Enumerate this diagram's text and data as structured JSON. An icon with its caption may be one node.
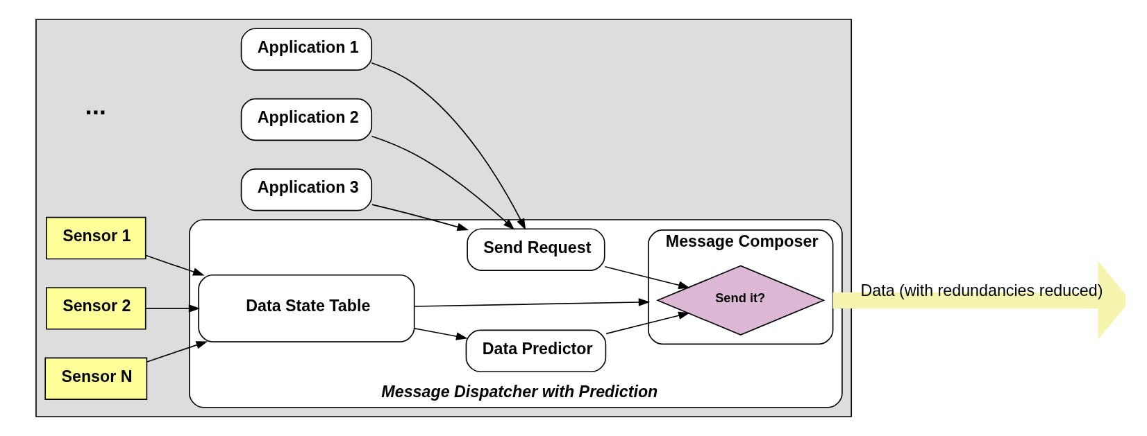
{
  "diagram": {
    "nodes": [
      {
        "text": [],
        "shape": "box"
      },
      {
        "text": [
          "Application 1"
        ],
        "in": 0
      },
      {
        "text": [
          "Application 2"
        ],
        "in": 0
      },
      {
        "text": [
          "Application 3"
        ],
        "in": 0
      },
      {
        "text": [
          "Sensor 1"
        ],
        "in": 0
      },
      {
        "text": [
          "Sensor 2"
        ],
        "in": 0
      },
      {
        "text": [
          "Sensor N"
        ],
        "in": 0
      },
      {
        "text": [
          "Message Dispatcher with Prediction"
        ],
        "in": 0
      },
      {
        "text": [
          "Data State Table"
        ],
        "in": 7
      },
      {
        "text": [
          "Data Predictor"
        ],
        "in": 7
      },
      {
        "text": [
          "Send Request"
        ],
        "in": 7
      },
      {
        "text": [
          "Message Composer"
        ],
        "in": 7
      },
      {
        "text": [
          "Send it?"
        ],
        "in": 11
      }
    ],
    "edges": [
      {
        "from": 1,
        "to": 10,
        "arrow": "to"
      },
      {
        "from": 2,
        "to": 10,
        "arrow": "to"
      },
      {
        "from": 3,
        "to": 10,
        "arrow": "to"
      },
      {
        "from": 4,
        "to": 8,
        "arrow": "to"
      },
      {
        "from": 5,
        "to": 8,
        "arrow": "to"
      },
      {
        "from": 6,
        "to": 8,
        "arrow": "to"
      },
      {
        "from": 8,
        "to": 11,
        "arrow": "to"
      },
      {
        "from": 8,
        "to": 9,
        "arrow": "to"
      },
      {
        "from": 9,
        "to": 12,
        "arrow": "to"
      },
      {
        "from": 10,
        "to": 12,
        "arrow": "to"
      },
      {
        "from": 11,
        "to": null,
        "arrow": "to",
        "label": "Data (with redundancies reduced)",
        "style": "thick",
        "color": "#f5f5b0"
      }
    ],
    "labels": [
      "..."
    ]
  }
}
